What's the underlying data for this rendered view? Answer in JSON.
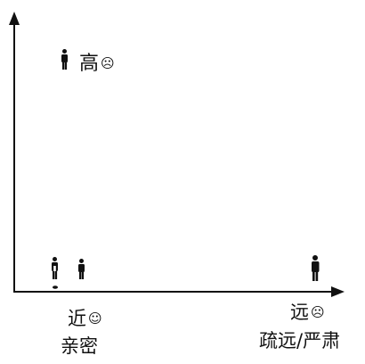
{
  "labels": {
    "high_text": "高",
    "high_face": "☹",
    "near_text": "近",
    "near_face": "☺",
    "near_sub": "亲密",
    "far_text": "远",
    "far_face": "☹",
    "far_sub": "疏远/严肃"
  },
  "icons": {
    "person": "person-icon",
    "speaker": "speaker-icon"
  },
  "colors": {
    "ink": "#111111"
  }
}
